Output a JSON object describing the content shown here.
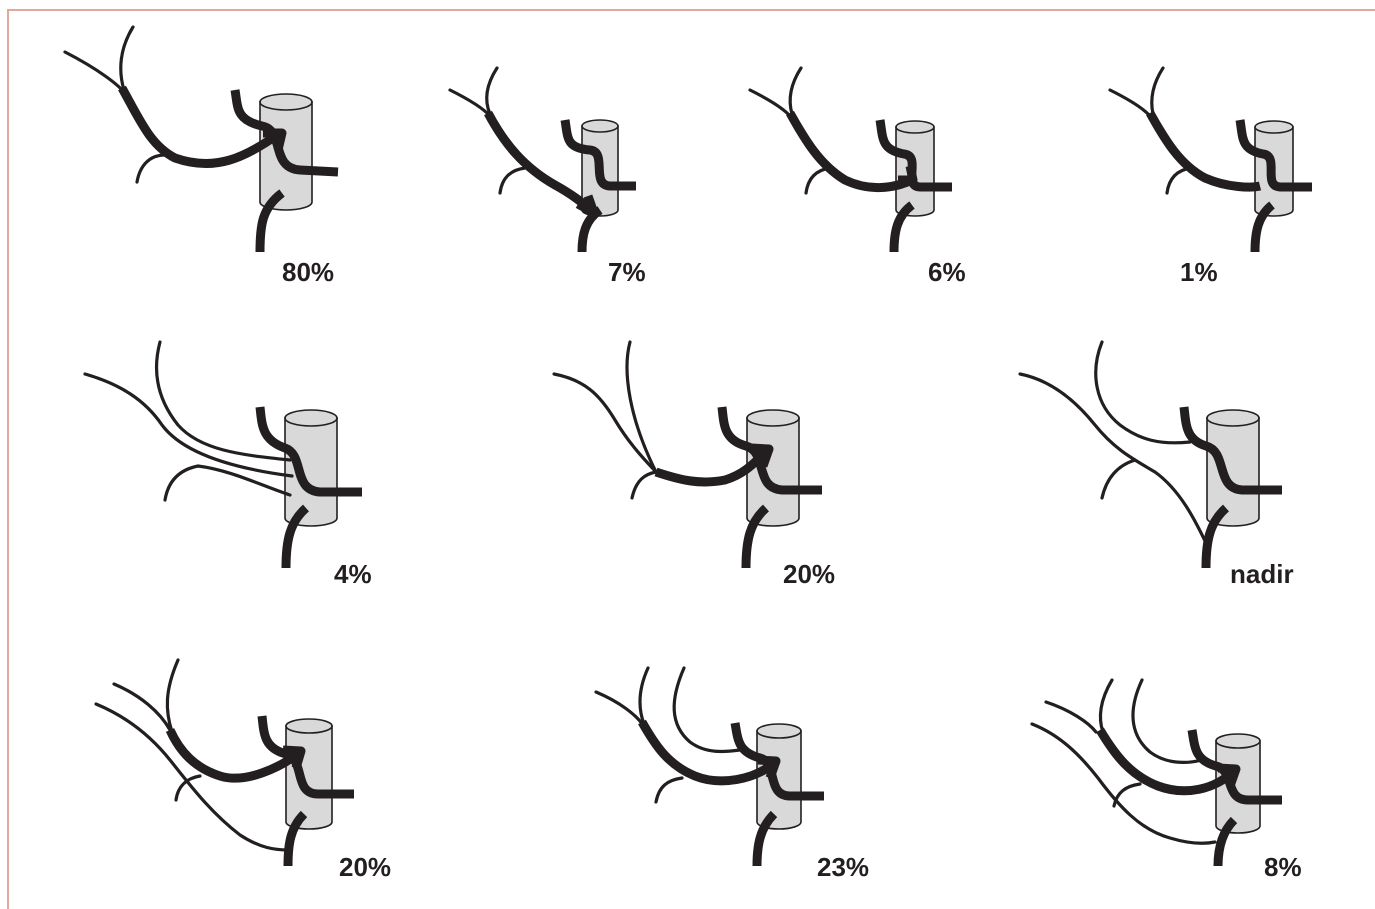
{
  "panels": [
    {
      "label": "80%"
    },
    {
      "label": "7%"
    },
    {
      "label": "6%"
    },
    {
      "label": "1%"
    },
    {
      "label": "4%"
    },
    {
      "label": "20%"
    },
    {
      "label": "nadir"
    },
    {
      "label": "20%"
    },
    {
      "label": "23%"
    },
    {
      "label": "8%"
    }
  ],
  "colors": {
    "stroke": "#231f20",
    "cylinder_fill": "#d9d9da",
    "frame": "#e0aa9a"
  }
}
